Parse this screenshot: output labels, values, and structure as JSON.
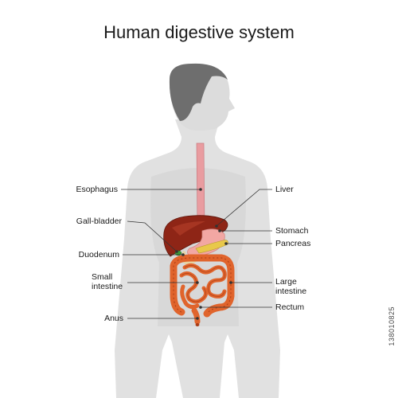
{
  "title": "Human digestive system",
  "labels": {
    "esophagus": "Esophagus",
    "gallbladder": "Gall-bladder",
    "duodenum": "Duodenum",
    "small_intestine_1": "Small",
    "small_intestine_2": "intestine",
    "anus": "Anus",
    "liver": "Liver",
    "stomach": "Stomach",
    "pancreas": "Pancreas",
    "large_intestine_1": "Large",
    "large_intestine_2": "intestine",
    "rectum": "Rectum"
  },
  "watermark": "138010825",
  "colors": {
    "body": "#e1e1e1",
    "body_shade": "#d2d2d2",
    "hair": "#6e6e6e",
    "esophagus": "#e99ca0",
    "liver": "#8e2516",
    "stomach": "#f2a7a3",
    "pancreas": "#e8c84a",
    "gallbladder": "#3d9a3a",
    "intestine": "#e0642c",
    "intestine_dark": "#a93c16",
    "leader": "#333333"
  }
}
